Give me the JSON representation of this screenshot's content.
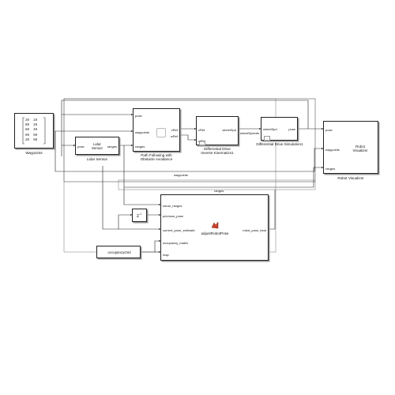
{
  "waypoints_block": {
    "label": "Waypoints",
    "matrix": [
      [
        "20",
        "10"
      ],
      [
        "60",
        "20"
      ],
      [
        "60",
        "40"
      ],
      [
        "60",
        "60"
      ],
      [
        "20",
        "50"
      ]
    ]
  },
  "lidar_block": {
    "title_line1": "Lidar",
    "title_line2": "Sensor",
    "in_pose": "pose",
    "out_ranges": "ranges",
    "label": "Lidar Sensor"
  },
  "path_block": {
    "in_pose": "pose",
    "in_waypoints": "waypoints",
    "in_ranges": "ranges",
    "out_vref": "vRef",
    "out_wref": "wRef",
    "label_line1": "Path Following with",
    "label_line2": "Obstacle Avoidance"
  },
  "ik_block": {
    "in_vref": "vRef",
    "in_wref": "wRef",
    "out_wheelspd": "wheelSpd",
    "label_line1": "Differential Drive",
    "label_line2": "Inverse Kinematics1"
  },
  "wire_wheelspeeds": "wheelSpeeds",
  "sim_block": {
    "in_wheelspd": "wheelSpd",
    "out_pose": "pose",
    "label": "Differential Drive Simulation1"
  },
  "viz_block": {
    "in_pose": "pose",
    "in_waypoints": "waypoints",
    "in_ranges": "ranges",
    "title_line1": "Robot",
    "title_line2": "Visualizer",
    "label": "Robot Visualizer"
  },
  "wire_waypoints": "waypoints",
  "wire_ranges": "ranges",
  "delay_block": {
    "label": "z",
    "exponent": "-1"
  },
  "occupancy_block": {
    "label": "occupancyGrid"
  },
  "adjust_block": {
    "in_sonar_ranges": "sonar_ranges",
    "in_previous_pose": "previous_pose",
    "in_current_pose_estimate": "current_pose_estimate",
    "in_occupancy_matrix": "occupancy_matrix",
    "in_map": "map",
    "out_robot_pose_best": "robot_pose_best",
    "label": "adjustRobotPose"
  }
}
